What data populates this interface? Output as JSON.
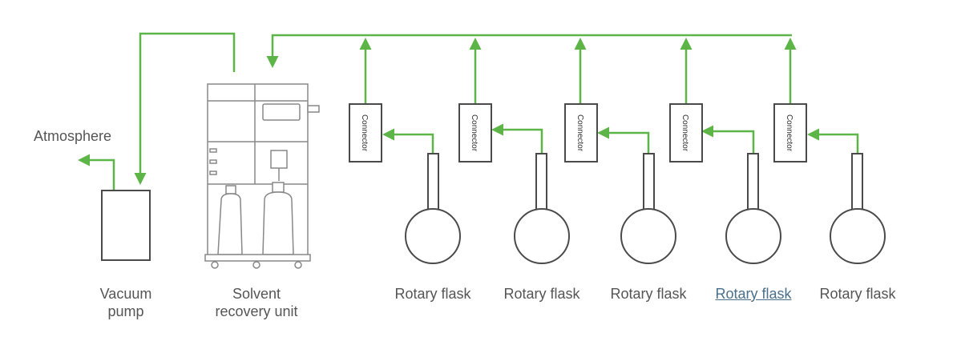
{
  "labels": {
    "atmosphere": "Atmosphere",
    "vacuum_pump_line1": "Vacuum",
    "vacuum_pump_line2": "pump",
    "recovery_line1": "Solvent",
    "recovery_line2": "recovery unit",
    "connector": "Connector",
    "flasks": [
      "Rotary flask",
      "Rotary flask",
      "Rotary flask",
      "Rotary flask",
      "Rotary flask"
    ]
  },
  "colors": {
    "line": "#5cb546",
    "outline": "#4a4a4a",
    "equipment": "#888888"
  }
}
